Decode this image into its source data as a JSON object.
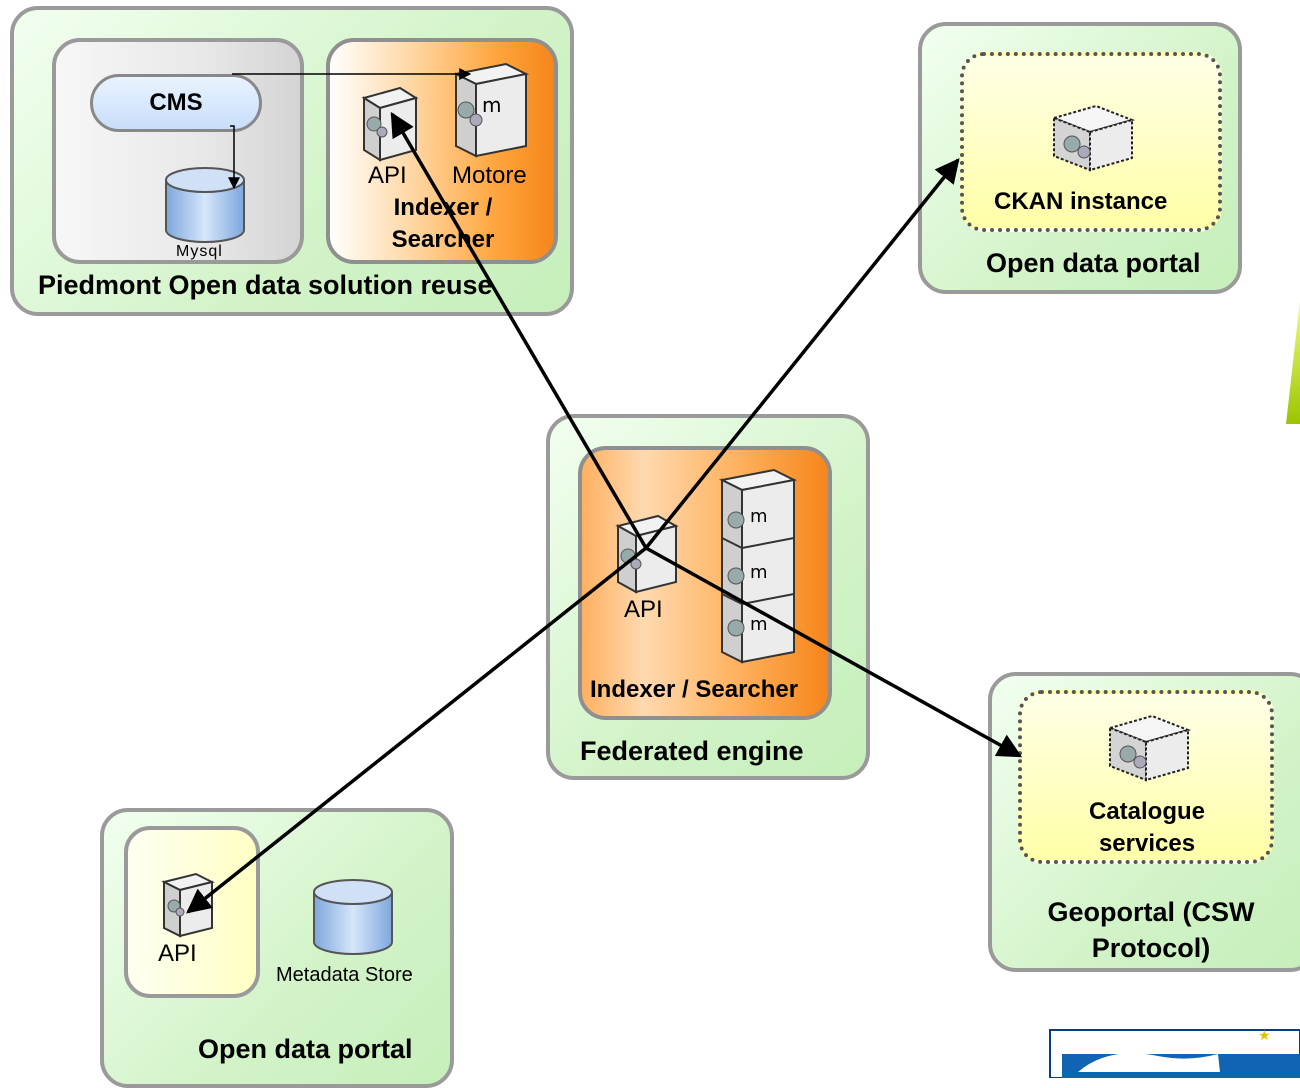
{
  "piedmont": {
    "title": "Piedmont Open data solution reuse",
    "cms_label": "CMS",
    "mysql_label": "Mysql",
    "api_label": "API",
    "motore_label": "Motore",
    "indexer_label": "Indexer / Searcher"
  },
  "ckan": {
    "instance_label": "CKAN instance",
    "title": "Open data portal"
  },
  "federated": {
    "api_label": "API",
    "indexer_label": "Indexer / Searcher",
    "title": "Federated engine"
  },
  "geoportal": {
    "catalogue_label": "Catalogue services",
    "title": "Geoportal (CSW Protocol)"
  },
  "bottom_portal": {
    "api_label": "API",
    "store_label": "Metadata Store",
    "title": "Open data portal"
  },
  "colors": {
    "green_fill": "#d2f3c8",
    "orange_fill": "#ffa43c",
    "yellow_fill": "#ffffc4",
    "cms_fill": "#c8defa",
    "border": "#9a9a9a"
  },
  "icons": [
    "server-gear-icon",
    "database-icon",
    "server-stack-icon",
    "logo"
  ]
}
